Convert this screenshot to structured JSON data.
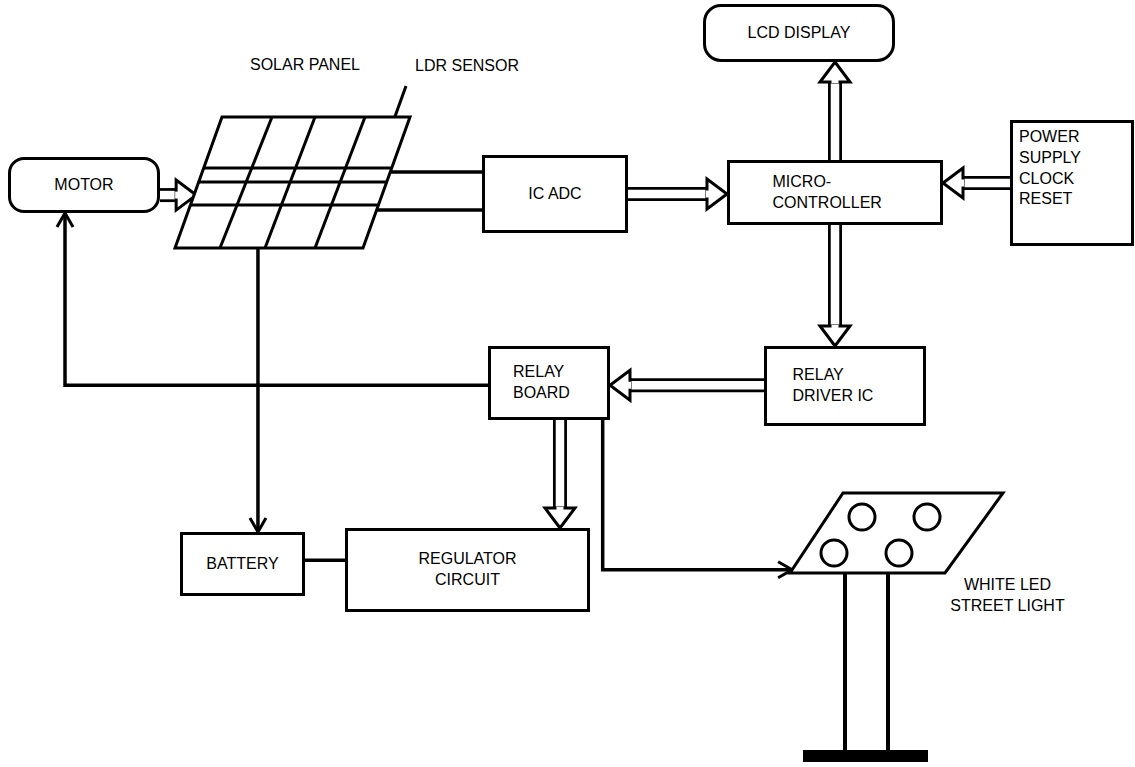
{
  "diagram": {
    "nodes": [
      {
        "text": [
          "LCD DISPLAY"
        ]
      },
      {
        "text": [
          "SOLAR PANEL"
        ]
      },
      {
        "text": [
          "MOTOR"
        ]
      },
      {
        "text": [
          "IC ADC"
        ]
      },
      {
        "text": [
          "MICRO- CONTROLLER"
        ]
      },
      {
        "text": [
          "POWER SUPPLY CLOCK RESET"
        ]
      },
      {
        "text": [
          "RELAY BOARD"
        ]
      },
      {
        "text": [
          "RELAY DRIVER IC"
        ]
      },
      {
        "text": [
          "BATTERY"
        ]
      },
      {
        "text": [
          "REGULATOR CIRCUIT"
        ]
      },
      {
        "text": [
          "WHITE LED STREET LIGHT"
        ]
      }
    ],
    "edges": [
      {
        "from": 2,
        "to": 1,
        "arrow": "to"
      },
      {
        "from": 1,
        "to": 3,
        "arrow": "none"
      },
      {
        "from": 1,
        "to": 3,
        "arrow": "none"
      },
      {
        "from": 3,
        "to": 4,
        "arrow": "to"
      },
      {
        "from": 4,
        "to": 0,
        "arrow": "to"
      },
      {
        "from": 5,
        "to": 4,
        "arrow": "to"
      },
      {
        "from": 4,
        "to": 7,
        "arrow": "to"
      },
      {
        "from": 7,
        "to": 6,
        "arrow": "to"
      },
      {
        "from": 6,
        "to": 2,
        "arrow": "to"
      },
      {
        "from": 6,
        "to": 9,
        "arrow": "to"
      },
      {
        "from": 6,
        "to": 10,
        "arrow": "to"
      },
      {
        "from": 1,
        "to": 8,
        "arrow": "to"
      },
      {
        "from": 8,
        "to": 9,
        "arrow": "none"
      }
    ],
    "labels": [
      "LDR SENSOR"
    ]
  }
}
